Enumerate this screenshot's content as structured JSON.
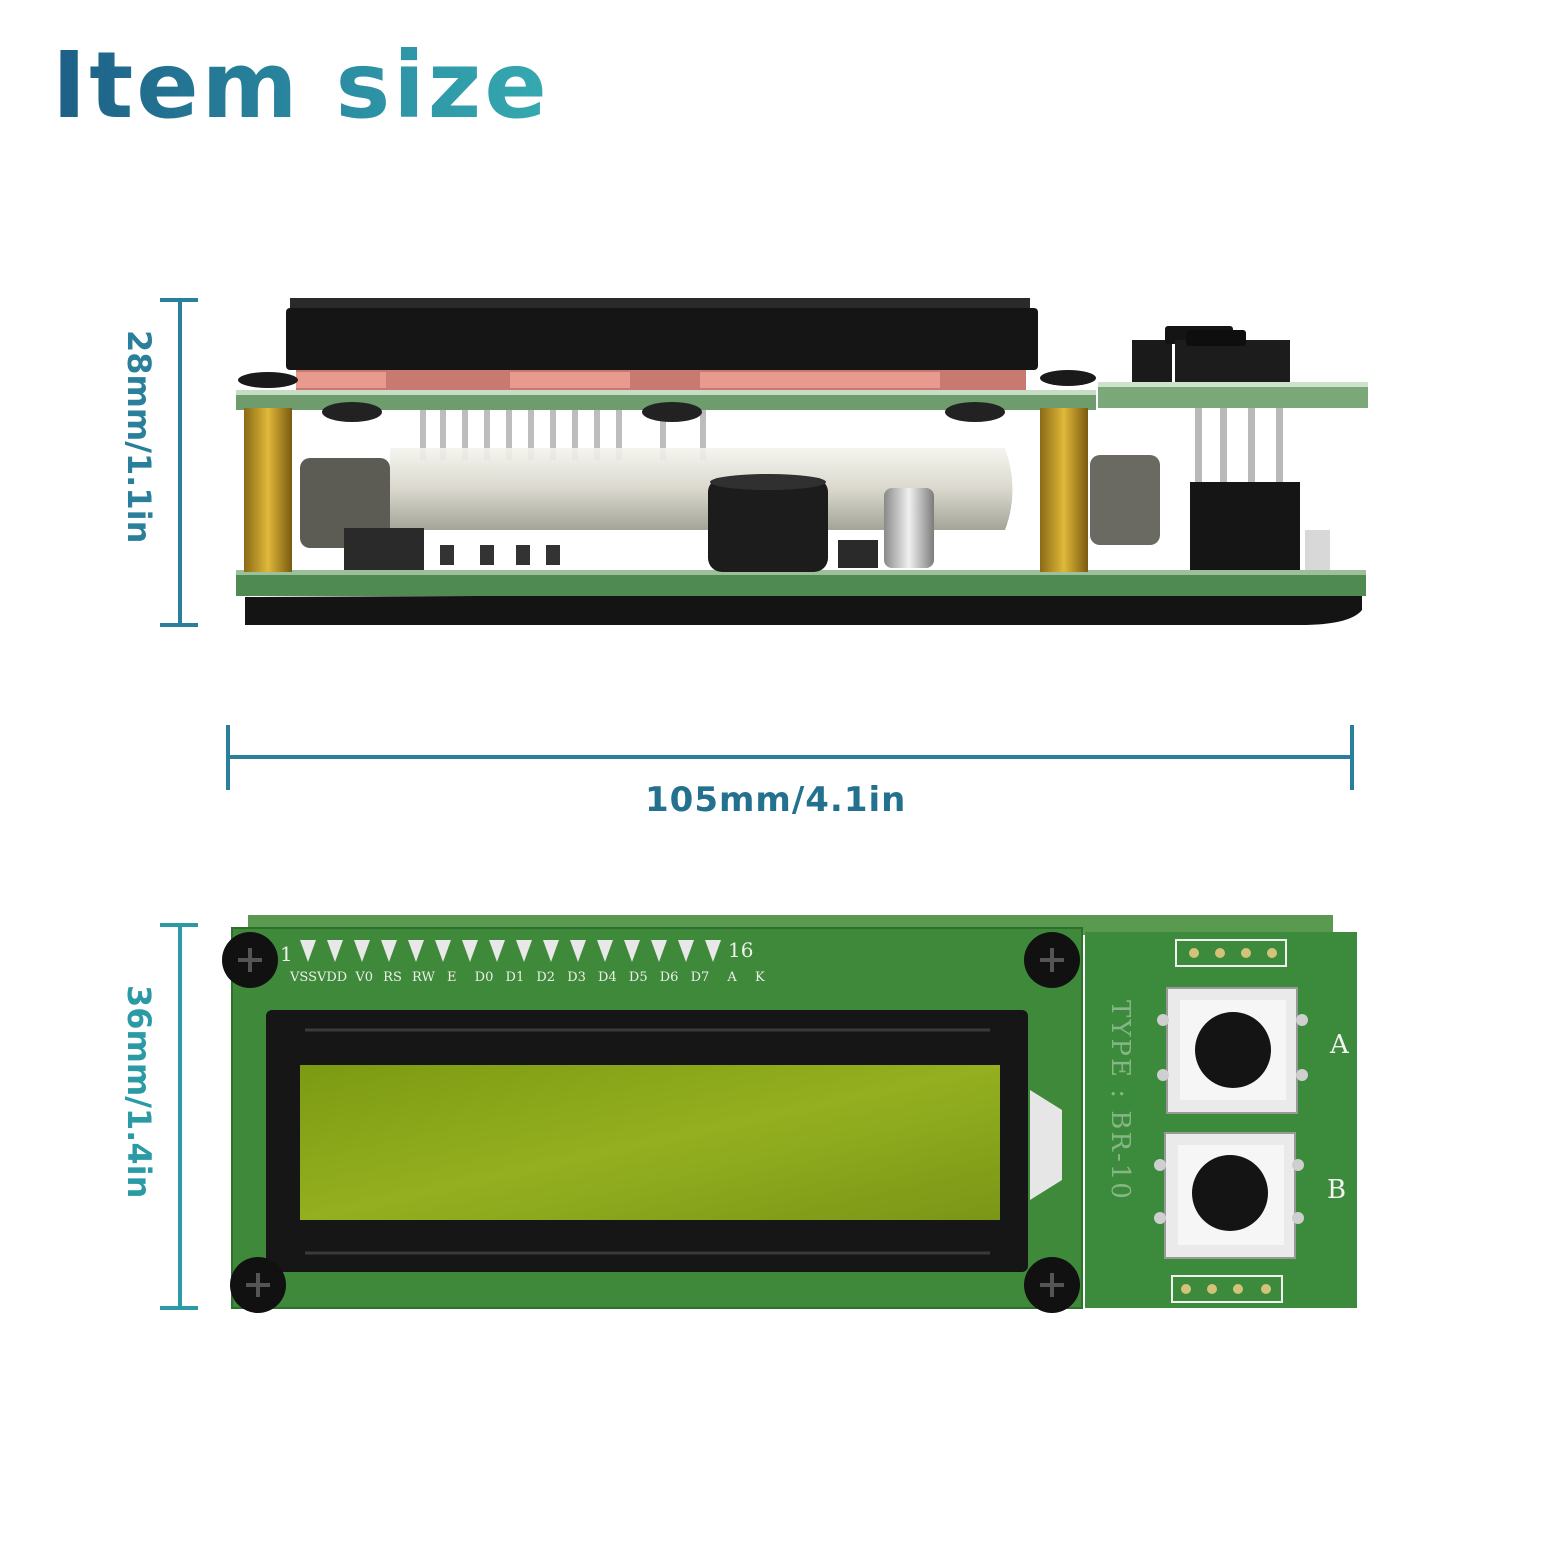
{
  "title": "Item size",
  "dimensions": {
    "height_side": "28mm/1.1in",
    "length": "105mm/4.1in",
    "height_front": "36mm/1.4in"
  },
  "board": {
    "pin_start": "1",
    "pin_end": "16",
    "pin_labels": [
      "VSSVDD",
      "V0",
      "RS",
      "RW",
      "E",
      "D0",
      "D1",
      "D2",
      "D3",
      "D4",
      "D5",
      "D6",
      "D7",
      "A",
      "K"
    ],
    "type_label": "TYPE : BR-10",
    "button_a_label": "A",
    "button_b_label": "B"
  },
  "colors": {
    "accent": "#23708f",
    "pcb_green": "#3f8a3a",
    "lcd_green": "#8fa81e"
  }
}
